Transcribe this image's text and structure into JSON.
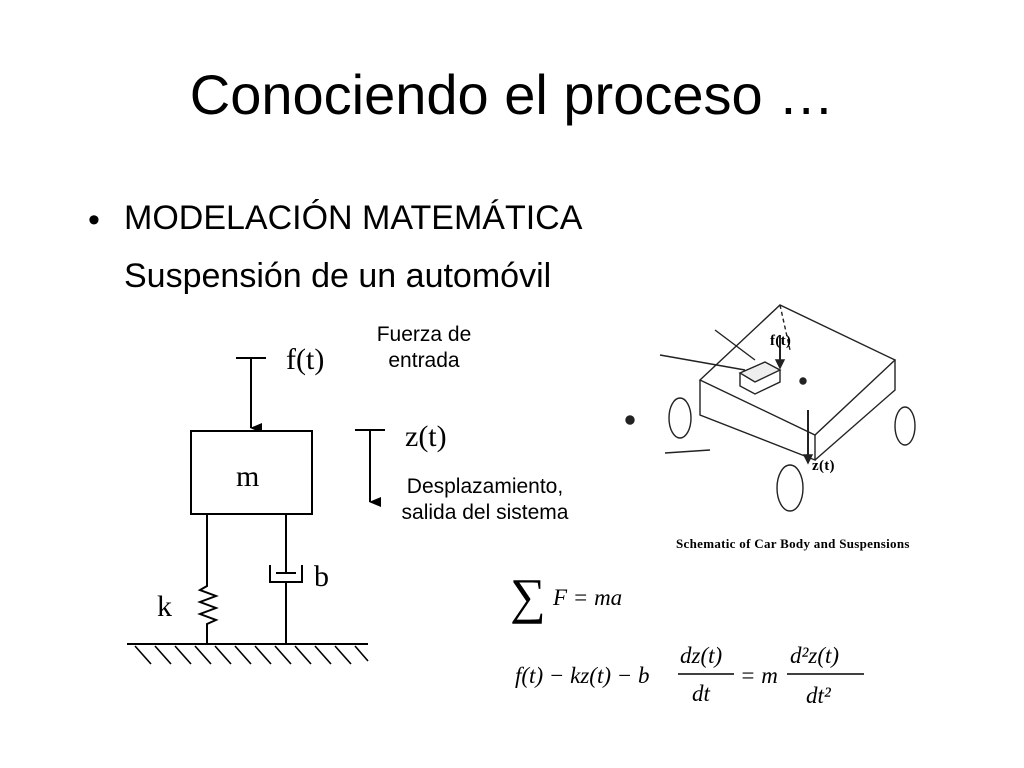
{
  "slide": {
    "title": "Conociendo el proceso …",
    "bullet_symbol": "•",
    "bullet_heading": "MODELACIÓN MATEMÁTICA",
    "bullet_subheading": "Suspensión de un automóvil"
  },
  "diagram": {
    "force_label": "f(t)",
    "mass_label": "m",
    "displacement_label": "z(t)",
    "spring_label": "k",
    "damper_label": "b",
    "input_note_line1": "Fuerza de",
    "input_note_line2": "entrada",
    "output_note_line1": "Desplazamiento,",
    "output_note_line2": "salida  del sistema"
  },
  "car_figure": {
    "caption": "Schematic of Car Body and Suspensions",
    "force_label": "f(t)",
    "displacement_label": "z(t)"
  },
  "equations": {
    "sum_symbol": "∑",
    "newton": "F = ma",
    "lhs": "f(t) − kz(t) − b",
    "dz_num": "dz(t)",
    "dz_den": "dt",
    "equals_m": "= m",
    "d2z_num": "d²z(t)",
    "d2z_den": "dt²"
  }
}
